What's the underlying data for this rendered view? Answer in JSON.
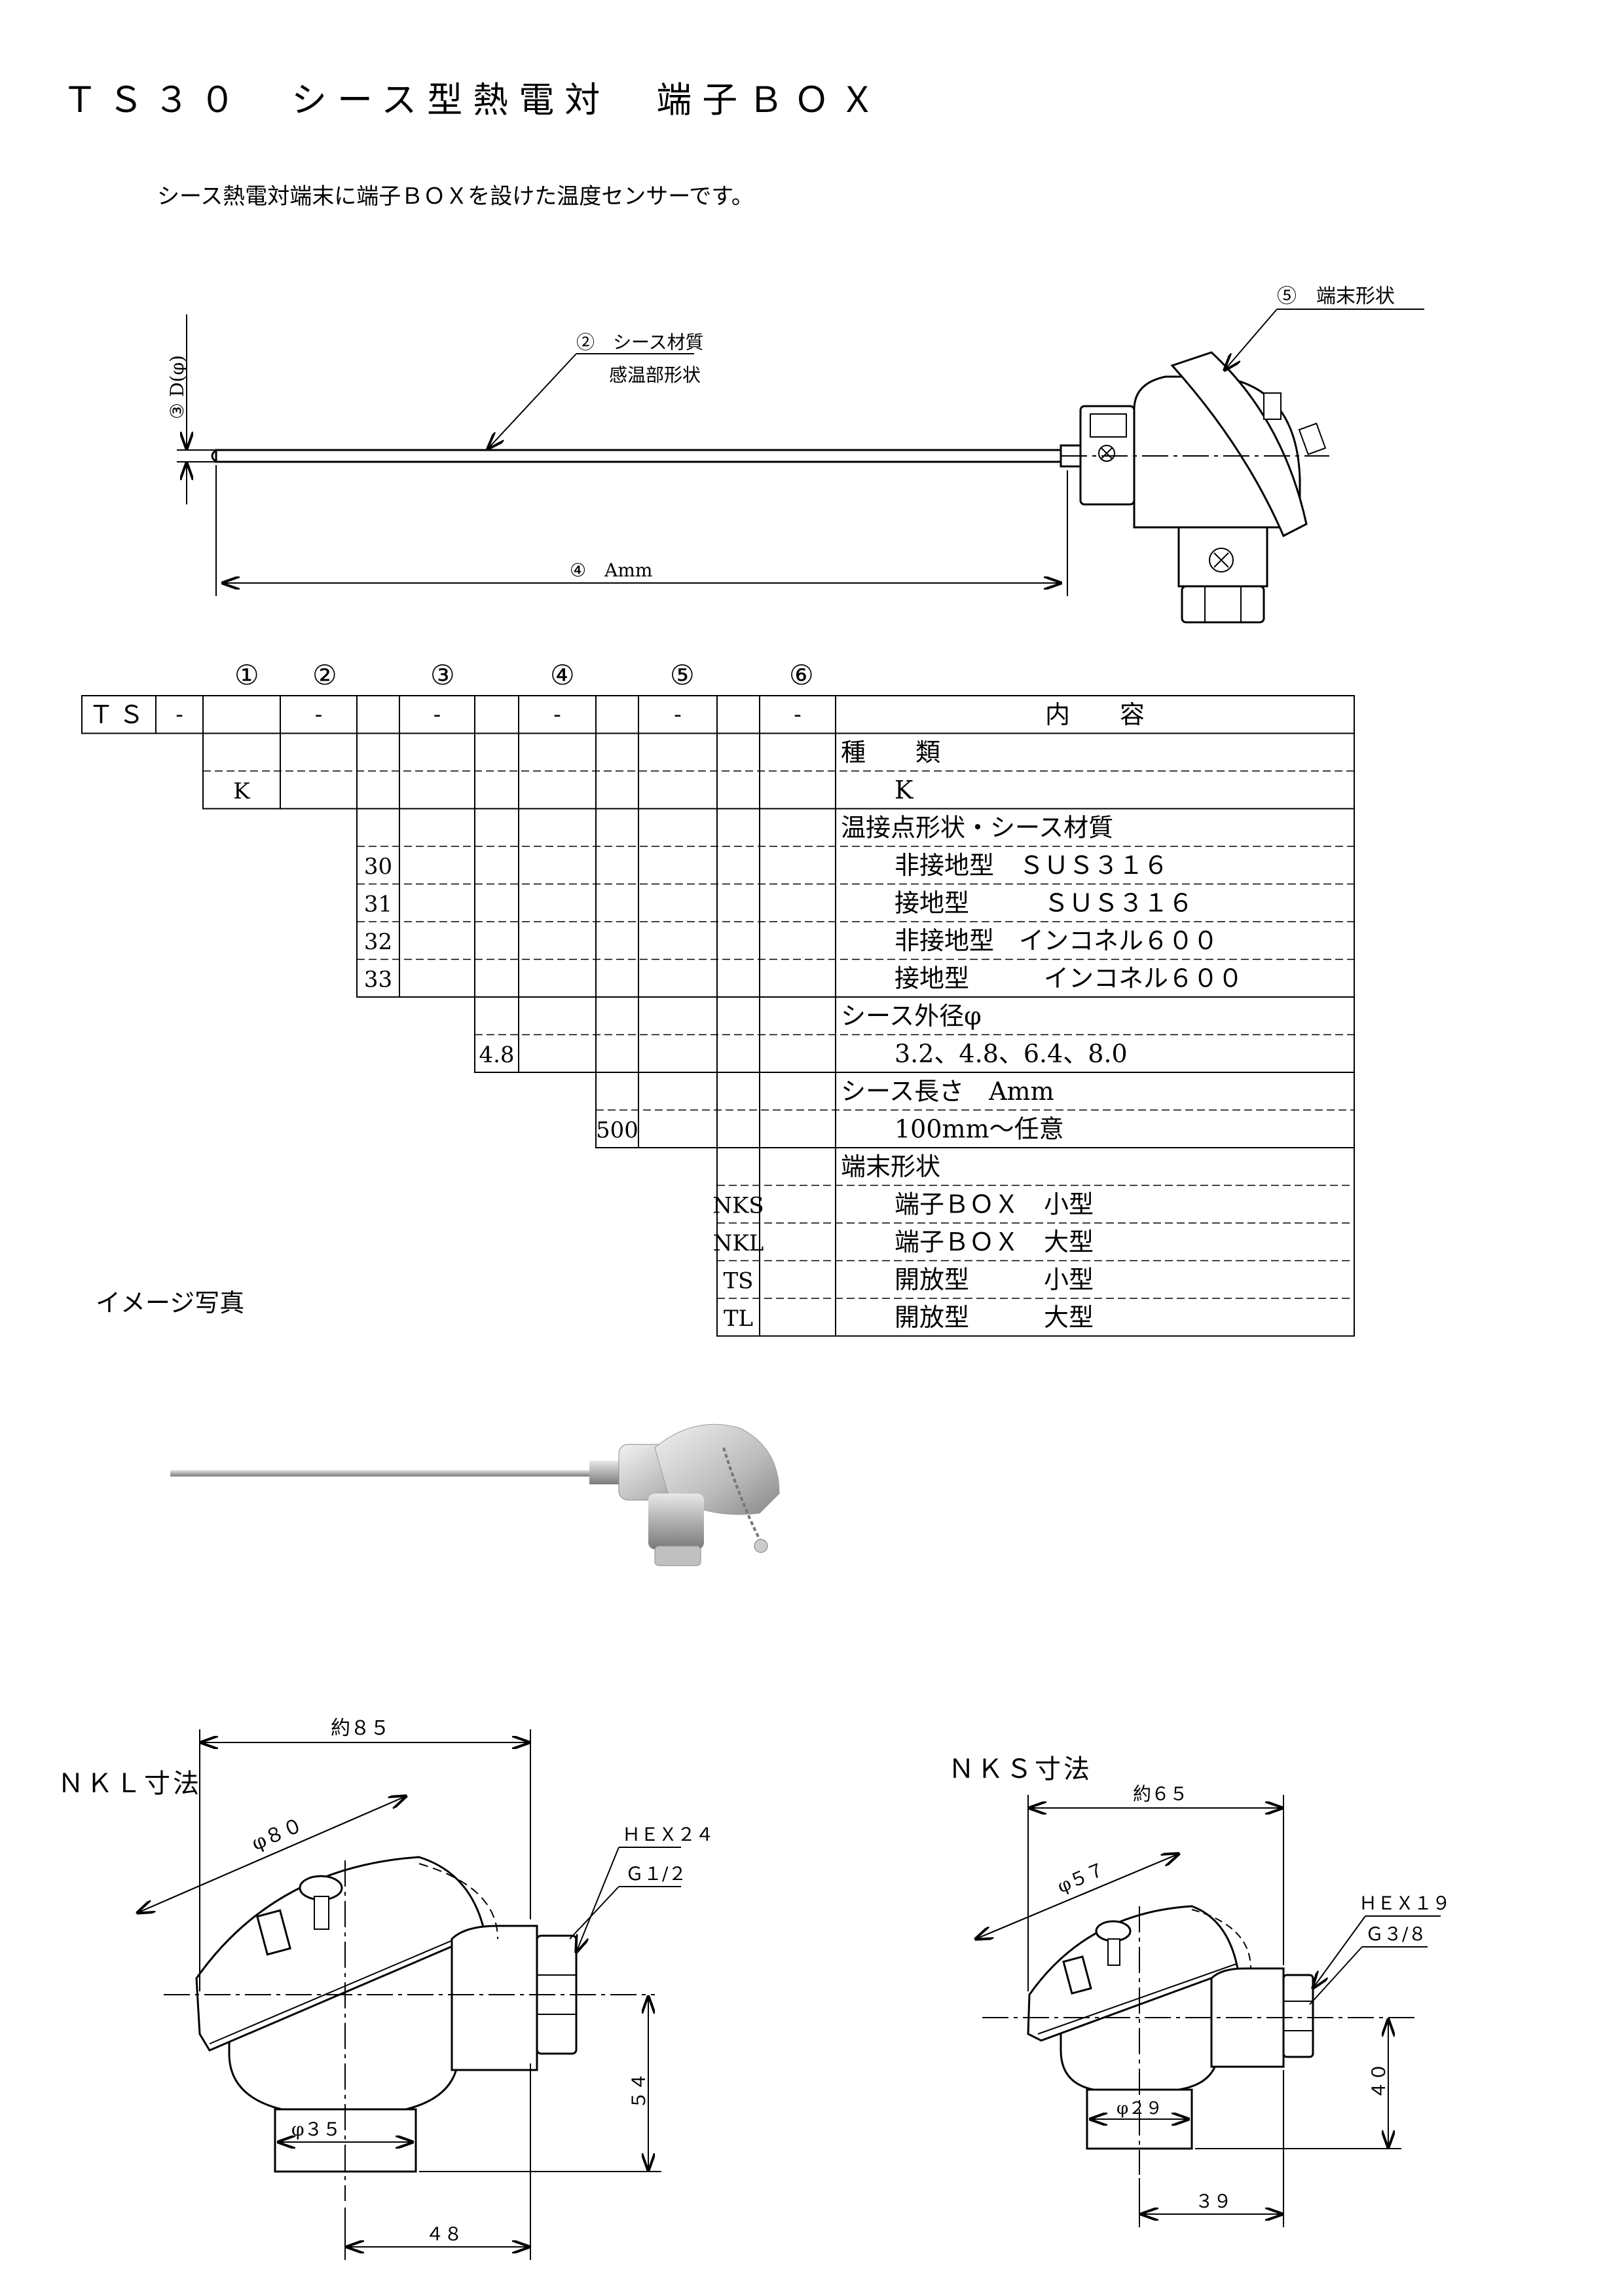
{
  "title": "ＴＳ３０　シース型熱電対　端子ＢＯＸ",
  "description": "シース熱電対端末に端子ＢＯＸを設けた温度センサーです。",
  "drawing": {
    "callout_terminal": "⑤　端末形状",
    "callout_sheath": "②　シース材質",
    "callout_sheath2": "感温部形状",
    "dim_diameter": "③ D(φ)",
    "dim_length": "④　Amm"
  },
  "code_table": {
    "col_numbers": [
      "①",
      "②",
      "③",
      "④",
      "⑤",
      "⑥"
    ],
    "prefix": "ＴＳ",
    "dash": "-",
    "content_header": "内　　容",
    "rows": [
      {
        "c1": "",
        "c2": "",
        "c3": "",
        "c4": "",
        "c5": "",
        "text": "種　　類"
      },
      {
        "c1": "K",
        "c2": "",
        "c3": "",
        "c4": "",
        "c5": "",
        "text": "K"
      },
      {
        "c1": "",
        "c2": "",
        "c3": "",
        "c4": "",
        "c5": "",
        "text": "温接点形状・シース材質"
      },
      {
        "c1": "",
        "c2": "30",
        "c3": "",
        "c4": "",
        "c5": "",
        "text": "非接地型　ＳＵＳ３１６"
      },
      {
        "c1": "",
        "c2": "31",
        "c3": "",
        "c4": "",
        "c5": "",
        "text": "接地型　　　ＳＵＳ３１６"
      },
      {
        "c1": "",
        "c2": "32",
        "c3": "",
        "c4": "",
        "c5": "",
        "text": "非接地型　インコネル６００"
      },
      {
        "c1": "",
        "c2": "33",
        "c3": "",
        "c4": "",
        "c5": "",
        "text": "接地型　　　インコネル６００"
      },
      {
        "c1": "",
        "c2": "",
        "c3": "",
        "c4": "",
        "c5": "",
        "text": "シース外径φ"
      },
      {
        "c1": "",
        "c2": "",
        "c3": "4.8",
        "c4": "",
        "c5": "",
        "text": "3.2、4.8、6.4、8.0"
      },
      {
        "c1": "",
        "c2": "",
        "c3": "",
        "c4": "",
        "c5": "",
        "text": "シース長さ　Amm"
      },
      {
        "c1": "",
        "c2": "",
        "c3": "",
        "c4": "500",
        "c5": "",
        "text": "100mm～任意"
      },
      {
        "c1": "",
        "c2": "",
        "c3": "",
        "c4": "",
        "c5": "",
        "text": "端末形状"
      },
      {
        "c1": "",
        "c2": "",
        "c3": "",
        "c4": "",
        "c5": "NKS",
        "text": "端子ＢＯＸ　小型"
      },
      {
        "c1": "",
        "c2": "",
        "c3": "",
        "c4": "",
        "c5": "NKL",
        "text": "端子ＢＯＸ　大型"
      },
      {
        "c1": "",
        "c2": "",
        "c3": "",
        "c4": "",
        "c5": "TS",
        "text": "開放型　　　小型"
      },
      {
        "c1": "",
        "c2": "",
        "c3": "",
        "c4": "",
        "c5": "TL",
        "text": "開放型　　　大型"
      }
    ]
  },
  "photo_label": "イメージ写真",
  "nkl": {
    "title": "ＮＫＬ寸法",
    "width": "約８５",
    "dia": "φ８０",
    "hex": "ＨＥＸ２４",
    "thread": "Ｇ１/２",
    "height": "５４",
    "bottom_dia": "φ３５",
    "depth": "４８"
  },
  "nks": {
    "title": "ＮＫＳ寸法",
    "width": "約６５",
    "dia": "φ５７",
    "hex": "ＨＥＸ１９",
    "thread": "Ｇ３/８",
    "height": "４０",
    "bottom_dia": "φ２９",
    "depth": "３９"
  }
}
